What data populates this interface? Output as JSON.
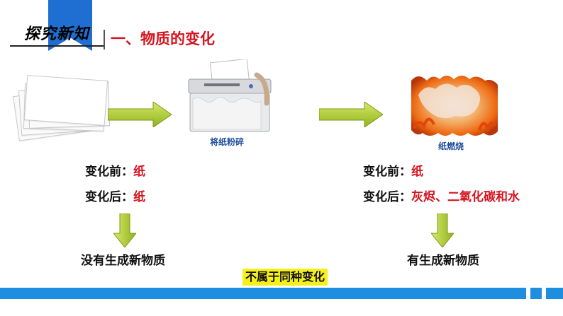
{
  "header": {
    "badge": "探究新知",
    "section_title": "一、物质的变化"
  },
  "left": {
    "image_caption": "将纸粉碎",
    "before_key": "变化前：",
    "before_value": "纸",
    "after_key": "变化后：",
    "after_value": "纸",
    "result": "没有生成新物质"
  },
  "right": {
    "image_caption": "纸燃烧",
    "before_key": "变化前：",
    "before_value": "纸",
    "after_key": "变化后：",
    "after_value": "灰烬、二氧化碳和水",
    "result": "有生成新物质"
  },
  "conclusion": "不属于同种变化",
  "colors": {
    "accent_blue": "#1e8fe0",
    "title_red": "#d6141f",
    "arrow_green": "#a6c825",
    "highlight_yellow": "#f5ef1c"
  },
  "icons": [
    "paper-stack-image",
    "shredder-image",
    "burning-paper-image",
    "right-arrow-icon",
    "down-arrow-icon"
  ]
}
